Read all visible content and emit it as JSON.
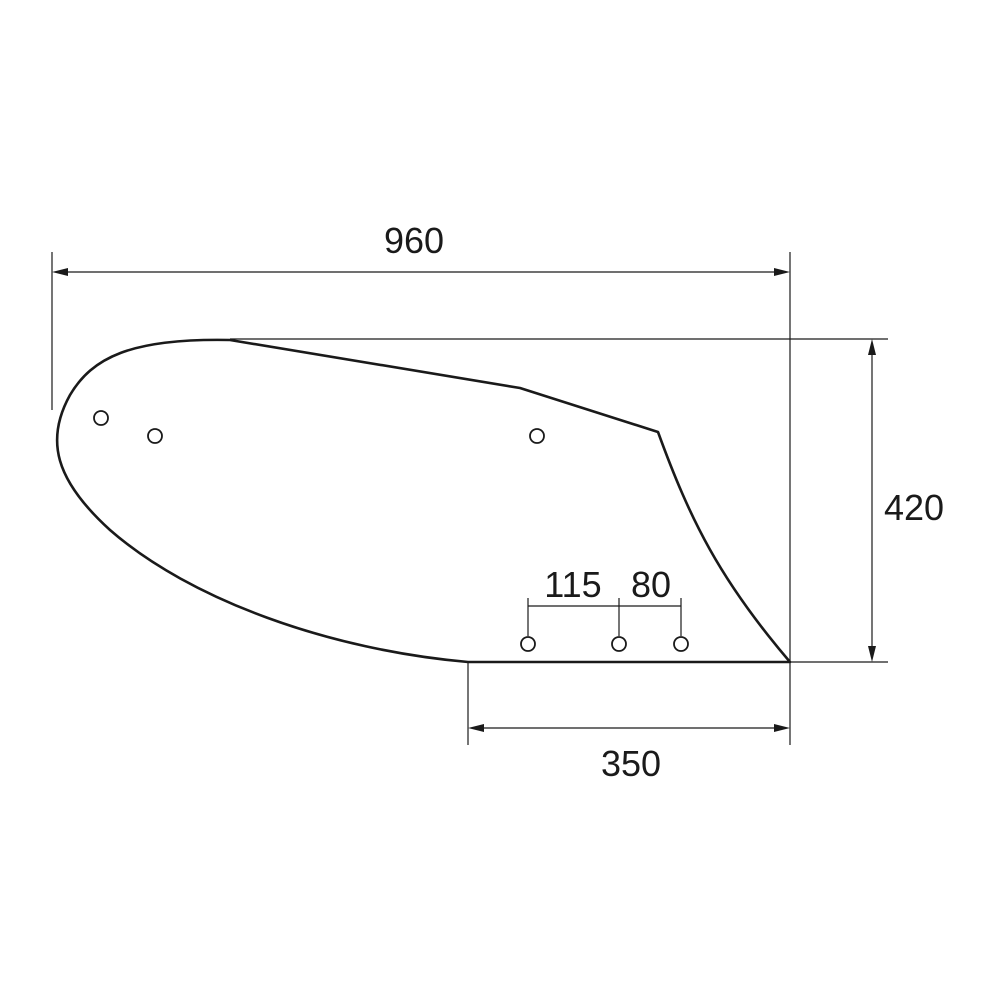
{
  "dimensions": {
    "overall_length": "960",
    "height": "420",
    "bottom_length": "350",
    "hole_spacing_1": "115",
    "hole_spacing_2": "80"
  },
  "colors": {
    "line": "#1a1a1a",
    "background": "#ffffff"
  }
}
